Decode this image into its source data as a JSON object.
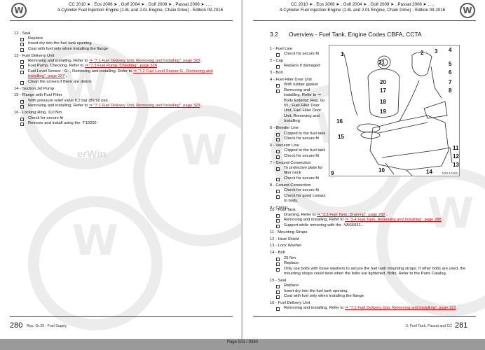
{
  "header": {
    "line1": "CC 2010 ➤ , Eos 2006 ➤ , Golf 2004 ➤ , Golf 2009 ➤ , Passat 2006 ➤ , ...",
    "line2": "4-Cylinder Fuel Injection Engine (1.8L and 2.0L Engine, Chain Drive) - Edition 09.2016"
  },
  "left": {
    "items": [
      {
        "title": "12 - Seal",
        "subs": [
          {
            "text": "Replace"
          },
          {
            "text": "Insert dry into the fuel tank opening"
          },
          {
            "text": "Coat with fuel only when installing the flange"
          }
        ]
      },
      {
        "title": "13 - Fuel Delivery Unit",
        "subs": [
          {
            "pre": "Removing and installing. Refer to ",
            "link": "⇒ \"7.1 Fuel Delivery Unit, Removing and Installing\", page 323",
            "post": " ."
          },
          {
            "pre": "Fuel Pump, Checking. Refer to ",
            "link": "⇒ \"7.3 Fuel Pump, Checking\", page 328",
            "post": " ."
          },
          {
            "pre": "Fuel Level Sensor - G- , Removing and installing. Refer to ",
            "link": "⇒ \"7.2 Fuel Level Sensor G , Removing and Installing\", page 327",
            "post": " ."
          },
          {
            "text": "Clean the screen if there are debris"
          }
        ]
      },
      {
        "title": "14 - Suction Jet Pump",
        "subs": []
      },
      {
        "title": "15 - Flange with Fuel Filter",
        "subs": [
          {
            "text": "With pressure relief valve 6.2 bar (89.92 psi)"
          },
          {
            "pre": "Removing and installing. Refer to ",
            "link": "⇒ \"7.1 Fuel Delivery Unit, Removing and Installing\", page 323",
            "post": " ."
          }
        ]
      },
      {
        "title": "16 - Locking Ring, 110 Nm",
        "subs": [
          {
            "text": "Check for secure fit"
          },
          {
            "text": "Remove and install using the -T10202-"
          }
        ]
      }
    ],
    "footer_page": "280",
    "footer_text": "Rep. Gr.20 - Fuel Supply"
  },
  "right": {
    "section_number": "3.2",
    "section_title": "Overview - Fuel Tank, Engine Codes CBFA, CCTA",
    "narrow_items": [
      {
        "title": "1 - Fuel Line",
        "subs": [
          {
            "text": "Check for secure fit"
          }
        ]
      },
      {
        "title": "2 - Cap",
        "subs": [
          {
            "text": "Replace if damaged"
          }
        ]
      },
      {
        "title": "3 - Bolt",
        "subs": []
      },
      {
        "title": "4 - Fuel Filler Door Unit",
        "subs": [
          {
            "text": "With rubber gasket"
          },
          {
            "text": "Removing and installing. Refer to ⇒ Body Exterior; Rep. Gr. 55 ; Fuel Filler Door Unit, Fuel Filler Door Unit, Removing and Installing"
          }
        ]
      },
      {
        "title": "5 - Bleeder Line",
        "subs": [
          {
            "text": "Clipped to the fuel tank"
          },
          {
            "text": "Check for secure fit"
          }
        ]
      },
      {
        "title": "6 - Vacuum Line",
        "subs": [
          {
            "text": "Clipped to the fuel tank"
          },
          {
            "text": "Check for secure fit"
          }
        ]
      },
      {
        "title": "7 - Ground Connection",
        "subs": [
          {
            "text": "To protective plate for filler neck"
          },
          {
            "text": "Check for secure fit"
          }
        ]
      },
      {
        "title": "8 - Ground Connection",
        "subs": [
          {
            "text": "Check for secure fit"
          },
          {
            "text": "Check for good contact to body."
          }
        ]
      },
      {
        "title": "9 - Clamp",
        "subs": []
      }
    ],
    "wide_items": [
      {
        "title": "10 - Fuel Tank",
        "subs": [
          {
            "pre": "Draining. Refer to ",
            "link": "⇒ \"3.3 Fuel Tank, Draining\", page 282",
            "post": " ."
          },
          {
            "pre": "Removing and installing. Refer to ",
            "link": "⇒ \"3.4 Fuel Tank, Removing and Installing\", page 288",
            "post": " ."
          },
          {
            "text": "Support while removing with the -VAS6931-."
          }
        ]
      },
      {
        "title": "11 - Mounting Straps",
        "subs": []
      },
      {
        "title": "12 - Heat Shield",
        "subs": []
      },
      {
        "title": "13 - Lock Washer",
        "subs": []
      },
      {
        "title": "14 - Bolt",
        "subs": [
          {
            "text": "25 Nm"
          },
          {
            "text": "Replace"
          },
          {
            "text": "Only use bolts with loose washers to secure the fuel tank mounting straps. If other bolts are used, the mounting straps could twist when the bolts are tightened. Bolts. Refer to the Parts Catalog."
          }
        ]
      },
      {
        "title": "15 - Seal",
        "subs": [
          {
            "text": "Replace"
          },
          {
            "text": "Insert dry into the fuel tank opening"
          },
          {
            "text": "Coat with fuel only when installing the flange"
          }
        ]
      },
      {
        "title": "16 - Fuel Delivery Unit",
        "subs": [
          {
            "pre": "Removing and installing. Refer to ",
            "link": "⇒ \"7.1 Fuel Delivery Unit, Removing and Installing\", page 323",
            "post": " ."
          }
        ]
      }
    ],
    "figure_code": "N20-10206",
    "callouts": [
      "1",
      "2",
      "3",
      "4",
      "5",
      "6",
      "7",
      "8",
      "9",
      "10",
      "11",
      "12",
      "13",
      "14",
      "15",
      "16",
      "17",
      "18",
      "19",
      "20",
      "21"
    ],
    "footer_page": "281",
    "footer_text": "3. Fuel Tank, Passat and CC"
  },
  "status": "Page 531 / 9360",
  "watermark_text": "erWin"
}
